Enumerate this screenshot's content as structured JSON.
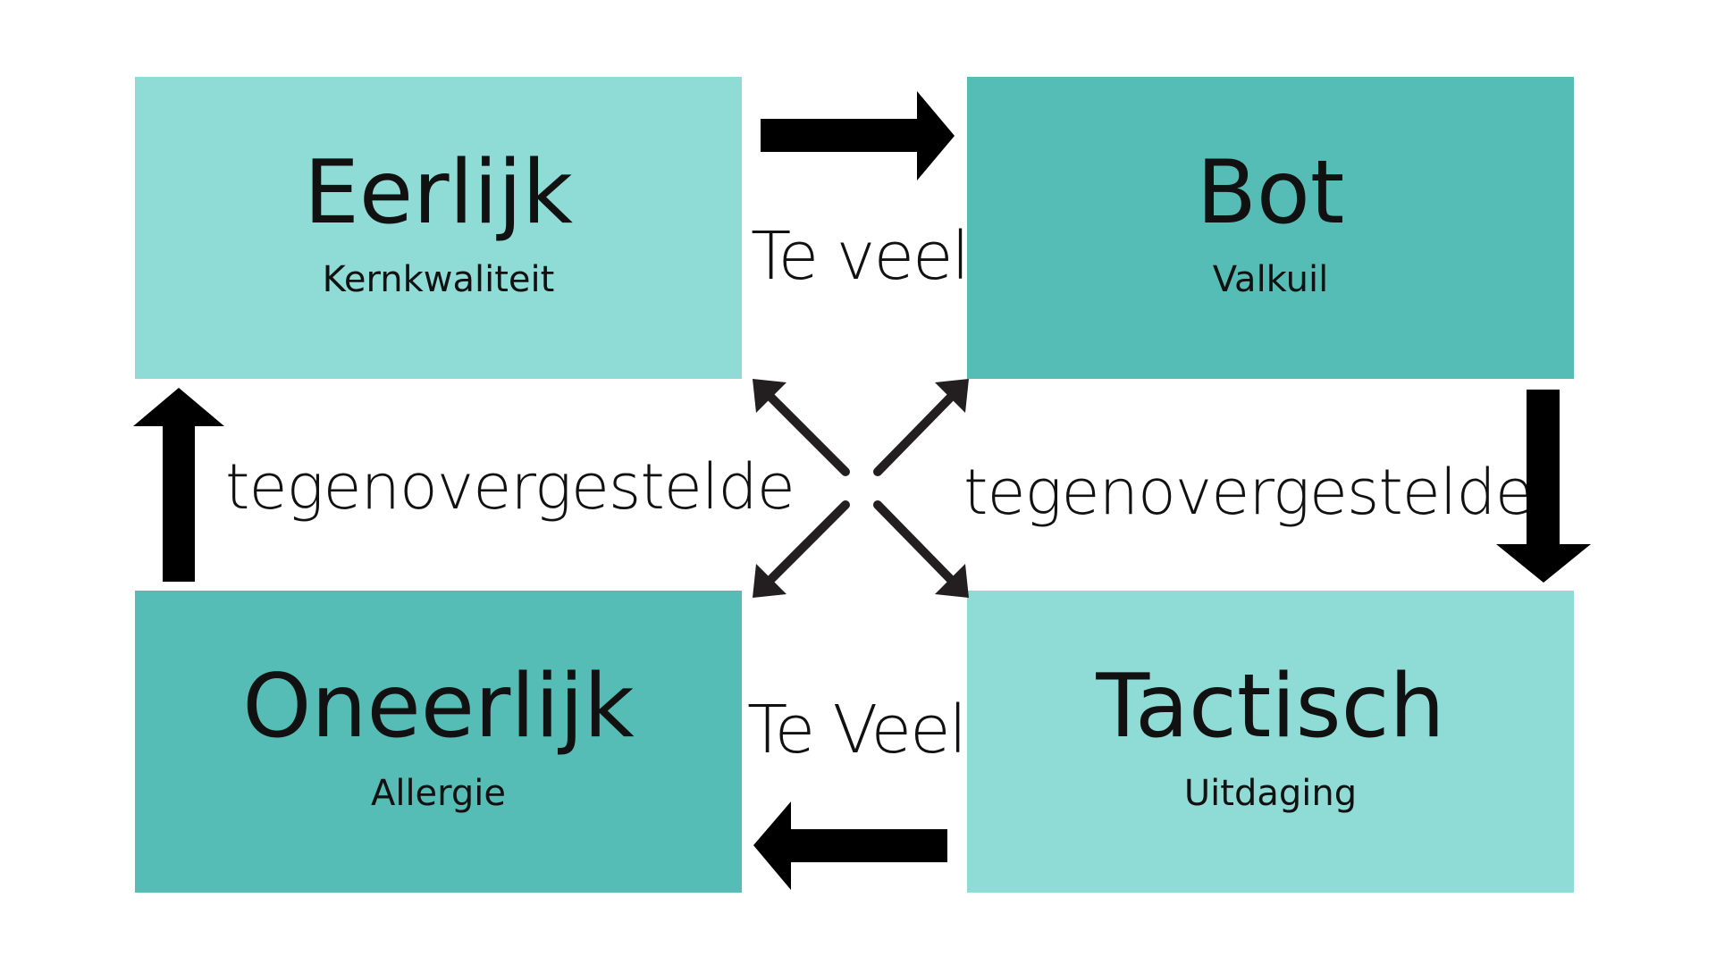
{
  "colors": {
    "light_teal": "#8fdbd5",
    "dark_teal": "#55bdb6",
    "arrow": "#000000",
    "diag_arrow": "#231f20"
  },
  "boxes": {
    "top_left": {
      "title": "Eerlijk",
      "subtitle": "Kernkwaliteit"
    },
    "top_right": {
      "title": "Bot",
      "subtitle": "Valkuil"
    },
    "bottom_left": {
      "title": "Oneerlijk",
      "subtitle": "Allergie"
    },
    "bottom_right": {
      "title": "Tactisch",
      "subtitle": "Uitdaging"
    }
  },
  "labels": {
    "top": "Te veel",
    "bottom": "Te Veel",
    "left": "tegenovergestelde",
    "right": "tegenovergestelde"
  },
  "icons": {
    "arrow_top": "arrow-right-icon",
    "arrow_right": "arrow-down-icon",
    "arrow_bottom": "arrow-left-icon",
    "arrow_left": "arrow-up-icon",
    "diagonals": "diagonal-arrow-icon"
  }
}
